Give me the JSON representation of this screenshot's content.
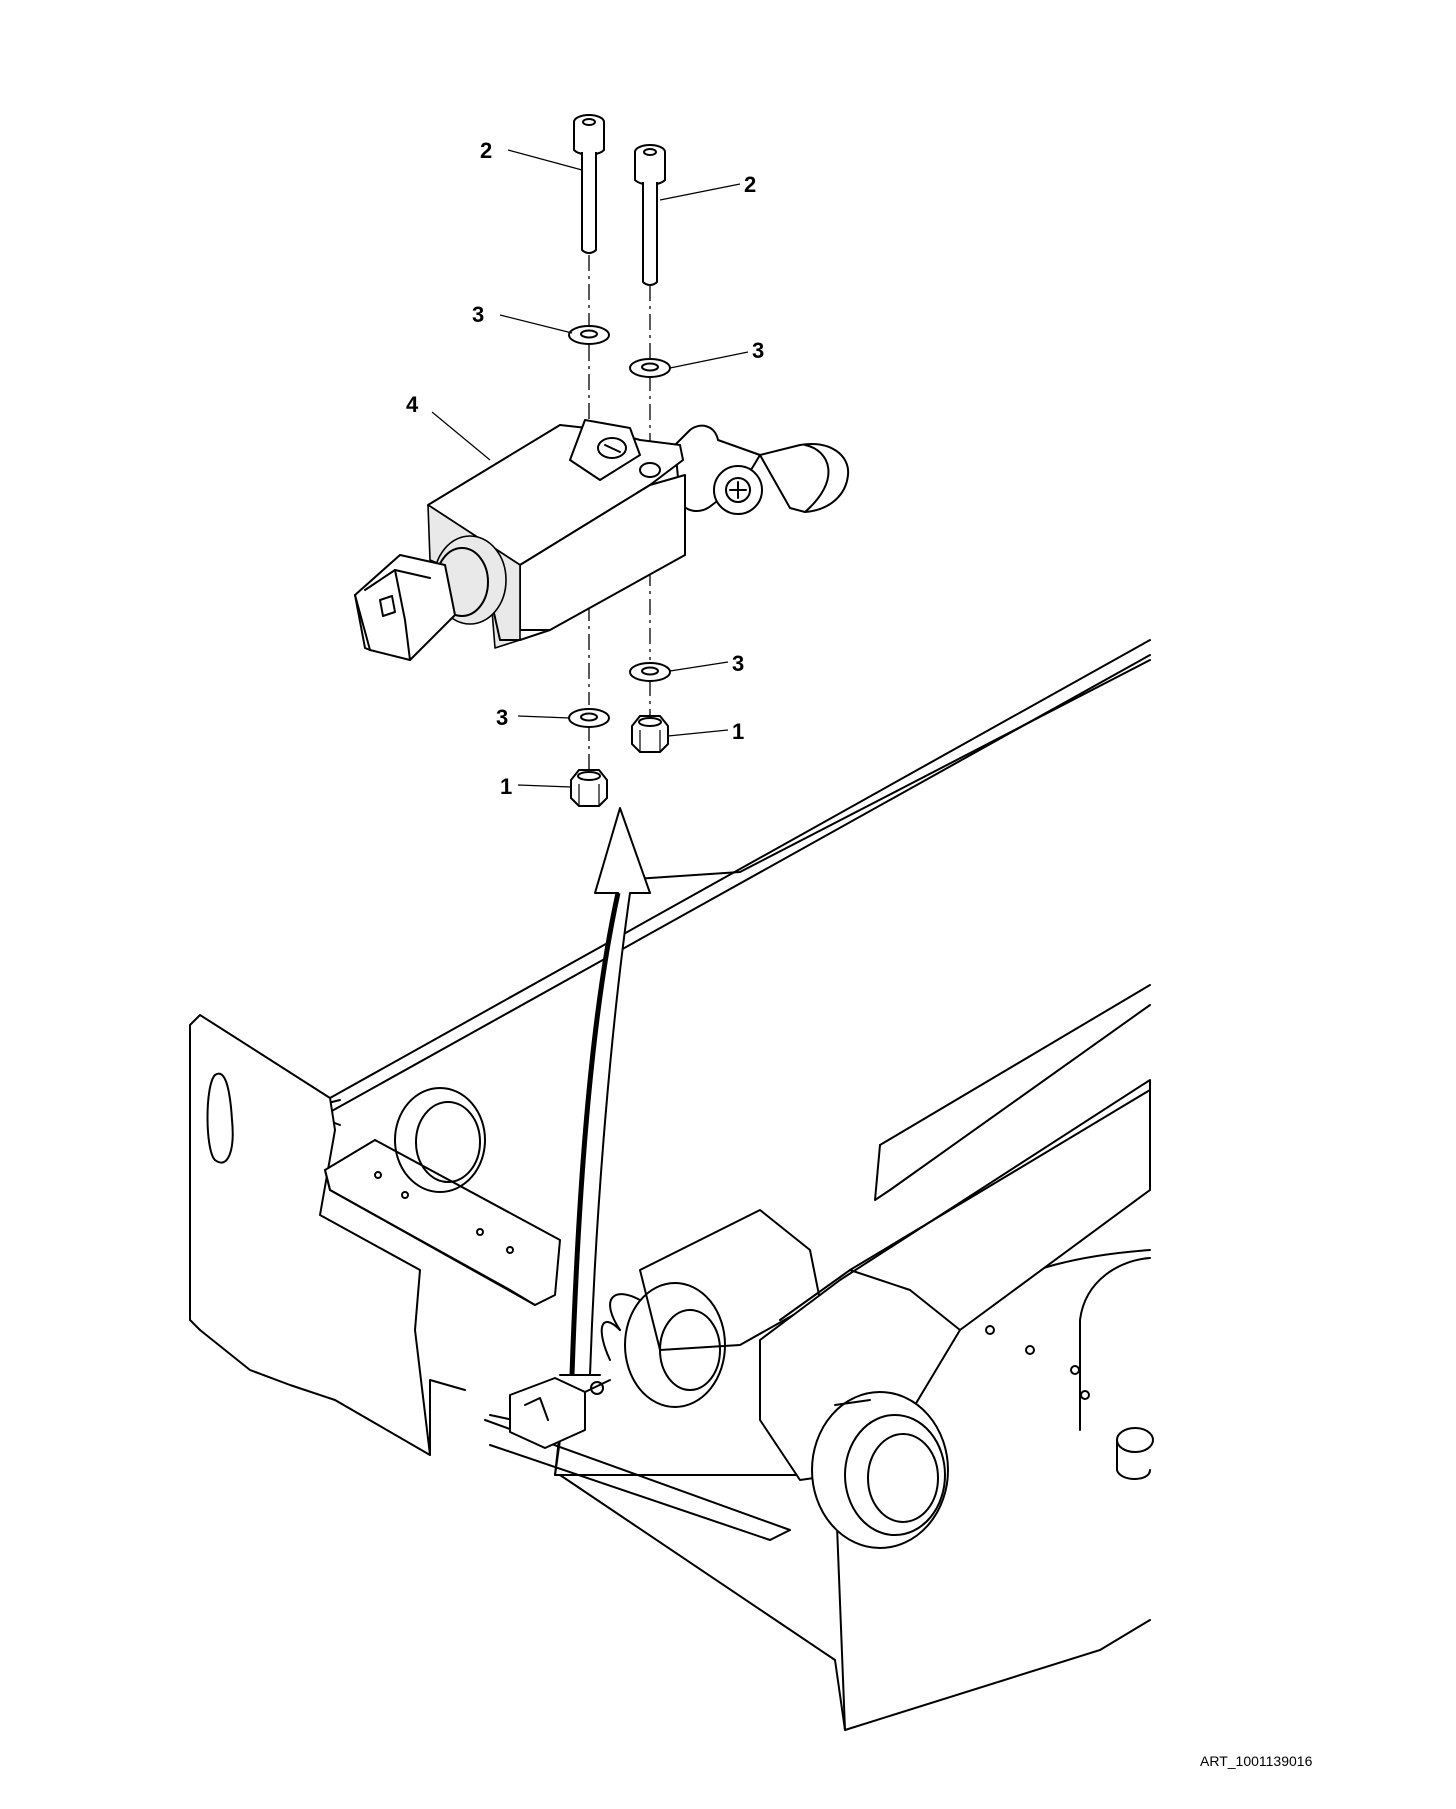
{
  "drawing": {
    "callouts": [
      {
        "id": "c2a",
        "label": "2"
      },
      {
        "id": "c2b",
        "label": "2"
      },
      {
        "id": "c3a",
        "label": "3"
      },
      {
        "id": "c3b",
        "label": "3"
      },
      {
        "id": "c4",
        "label": "4"
      },
      {
        "id": "c3c",
        "label": "3"
      },
      {
        "id": "c3d",
        "label": "3"
      },
      {
        "id": "c1a",
        "label": "1"
      },
      {
        "id": "c1b",
        "label": "1"
      }
    ],
    "art_id": "ART_1001139016"
  }
}
